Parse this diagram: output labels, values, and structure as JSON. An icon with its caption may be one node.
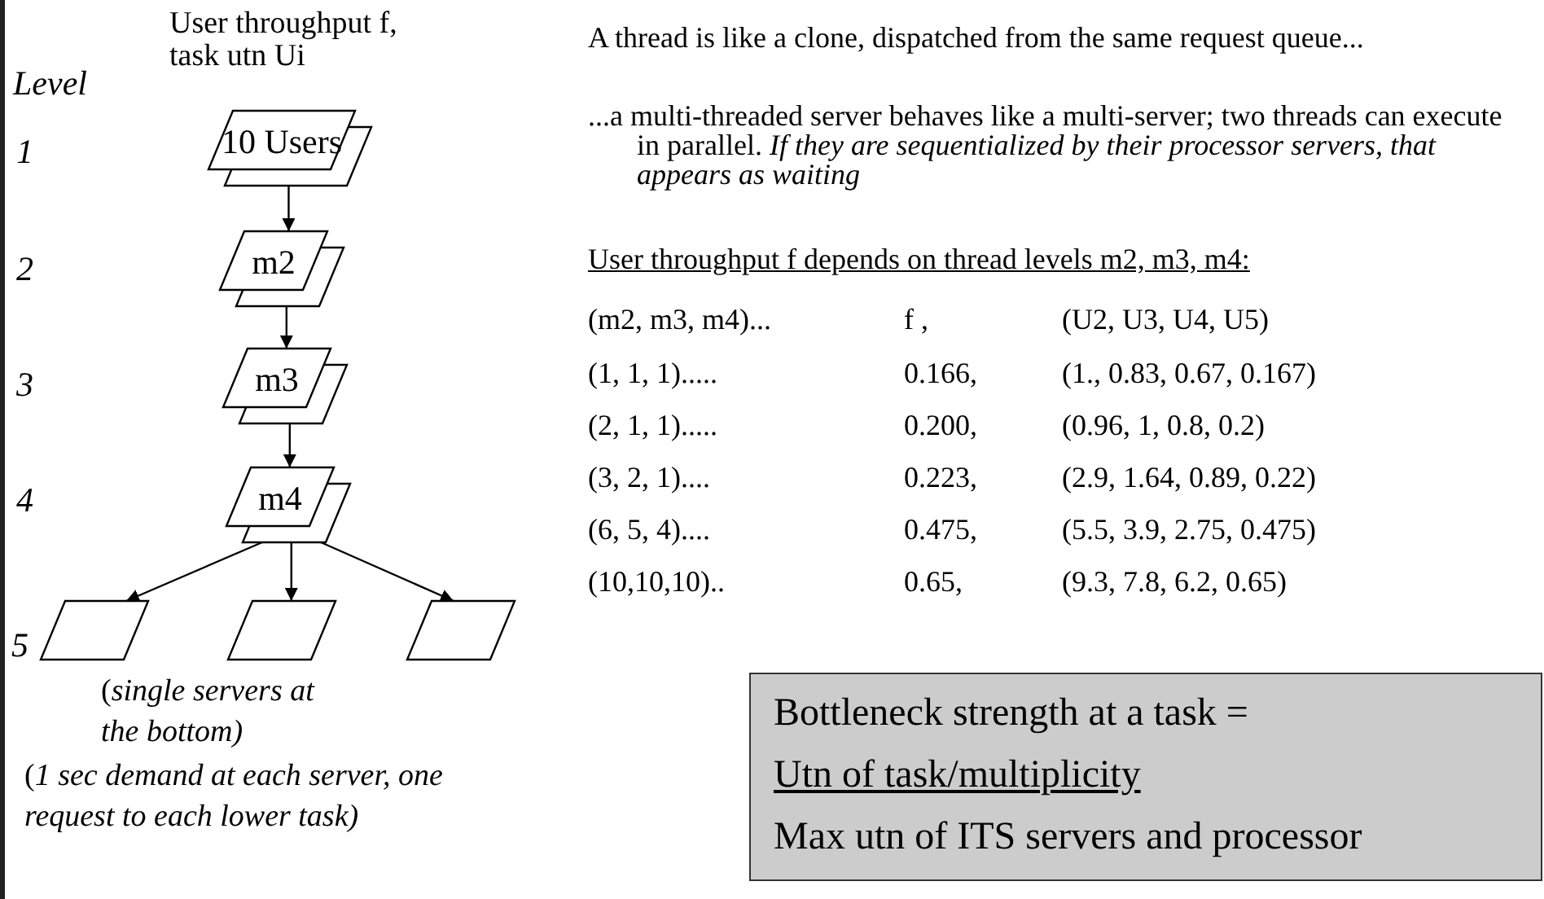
{
  "diagram": {
    "nodes": [
      {
        "text": [
          "10 Users"
        ]
      },
      {
        "text": [
          "m2"
        ]
      },
      {
        "text": [
          "m3"
        ]
      },
      {
        "text": [
          "m4"
        ]
      },
      {
        "text": [],
        "shape": "parallelogram"
      },
      {
        "text": [],
        "shape": "parallelogram"
      },
      {
        "text": [],
        "shape": "parallelogram"
      },
      {
        "text": [
          "Bottleneck strength at a task =",
          "Utn of task/multiplicity",
          "Max utn of ITS servers and processor"
        ]
      }
    ],
    "edges": [
      {
        "from": 0,
        "to": 1,
        "arrow": "to"
      },
      {
        "from": 1,
        "to": 2,
        "arrow": "to"
      },
      {
        "from": 2,
        "to": 3,
        "arrow": "to"
      },
      {
        "from": 3,
        "to": 4,
        "arrow": "to"
      },
      {
        "from": 3,
        "to": 5,
        "arrow": "to"
      },
      {
        "from": 3,
        "to": 6,
        "arrow": "to"
      }
    ],
    "labels": [
      "User throughput f, task utn Ui",
      "Level",
      "1",
      "2",
      "3",
      "4",
      "5",
      "(*single servers at the bottom)*",
      "(*1 sec demand at each server, one request to each lower task)*",
      "A thread is like a clone, dispatched from the same request queue...",
      "...a multi-threaded server behaves like a multi-server; two threads can execute in parallel. *If they are sequentialized by their processor servers, that appears as waiting*",
      "User throughput f depends on thread levels m2, m3, m4:",
      "(m2, m3, m4)...",
      "f ,",
      "(U2, U3, U4, U5)",
      "(1, 1, 1).....",
      "0.166,",
      "(1., 0.83, 0.67, 0.167)",
      "(2, 1, 1).....",
      "0.200,",
      "(0.96, 1, 0.8, 0.2)",
      "(3, 2, 1)....",
      "0.223,",
      "(2.9, 1.64, 0.89, 0.22)",
      "(6, 5, 4)....",
      "0.475,",
      "(5.5, 3.9, 2.75, 0.475)",
      "(10,10,10)..",
      "0.65,",
      "(9.3, 7.8, 6.2, 0.65)"
    ]
  }
}
